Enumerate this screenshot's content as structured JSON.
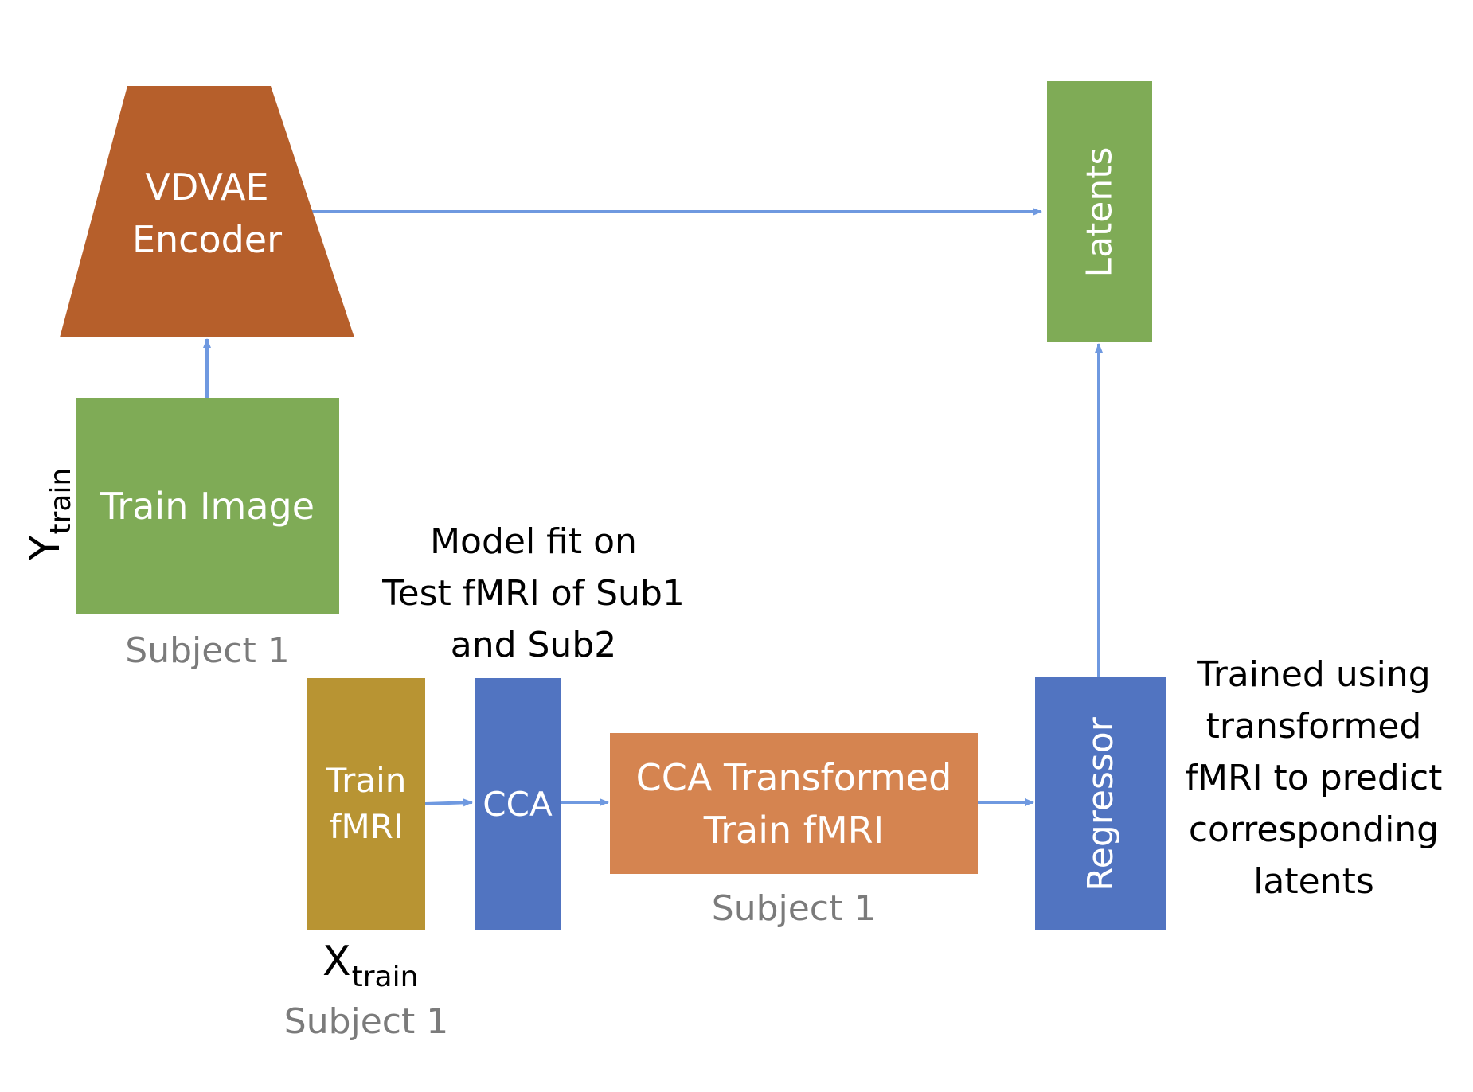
{
  "colors": {
    "encoder": "#b65f2b",
    "green": "#7fab56",
    "gold": "#b89433",
    "blue": "#5174c1",
    "orange": "#d58450",
    "arrow": "#6f99e0",
    "caption": "#7b7b7b"
  },
  "encoder": {
    "line1": "VDVAE",
    "line2": "Encoder"
  },
  "latents": {
    "label": "Latents"
  },
  "train_image": {
    "label": "Train Image",
    "subject": "Subject 1"
  },
  "y_train": {
    "main": "Y",
    "sub": "train"
  },
  "train_fmri": {
    "line1": "Train",
    "line2": "fMRI",
    "subject": "Subject 1"
  },
  "x_train": {
    "main": "X",
    "sub": "train"
  },
  "cca": {
    "label": "CCA",
    "note_line1": "Model fit on",
    "note_line2": "Test fMRI of Sub1",
    "note_line3": "and Sub2"
  },
  "cca_transformed": {
    "line1": "CCA Transformed",
    "line2": "Train fMRI",
    "subject": "Subject 1"
  },
  "regressor": {
    "label": "Regressor",
    "note_line1": "Trained using",
    "note_line2": "transformed",
    "note_line3": "fMRI to predict",
    "note_line4": "corresponding",
    "note_line5": "latents"
  }
}
